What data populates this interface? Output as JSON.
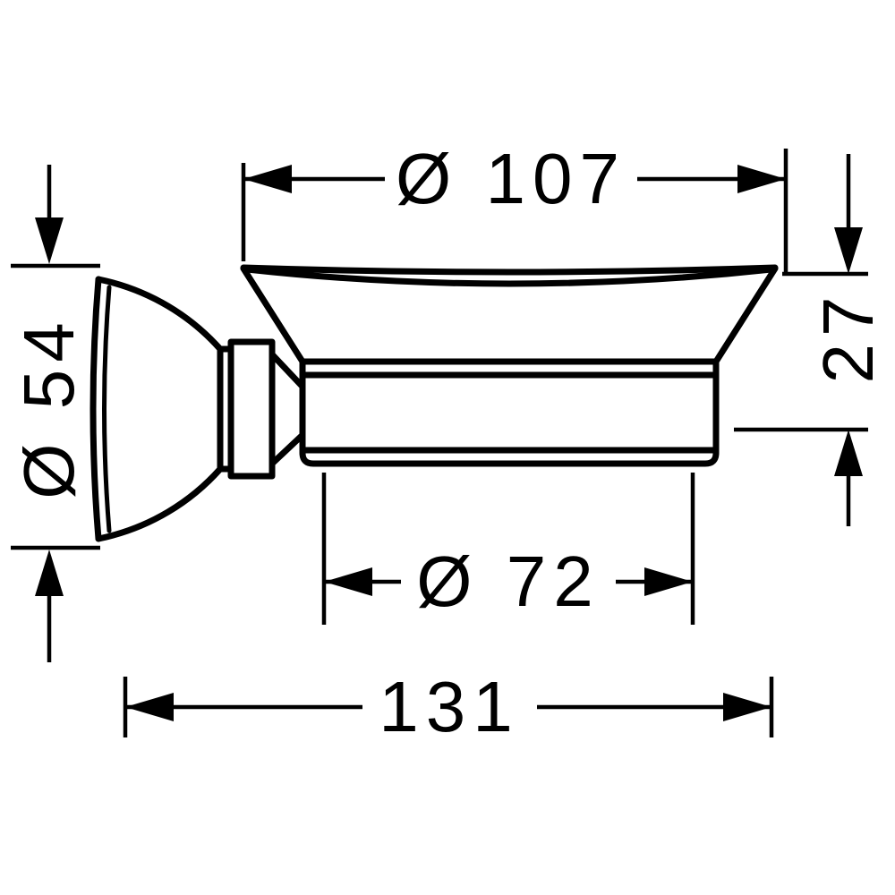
{
  "canvas": {
    "background": "#ffffff",
    "stroke_color": "#000000"
  },
  "dimensions": {
    "outer_diameter": {
      "label": "Ø 107",
      "value": "107"
    },
    "mount_diameter": {
      "label": "Ø 54",
      "value": "54"
    },
    "rim_height": {
      "label": "27",
      "value": "27"
    },
    "inner_diameter": {
      "label": "Ø 72",
      "value": "72"
    },
    "overall_depth": {
      "label": "131",
      "value": "131"
    }
  }
}
